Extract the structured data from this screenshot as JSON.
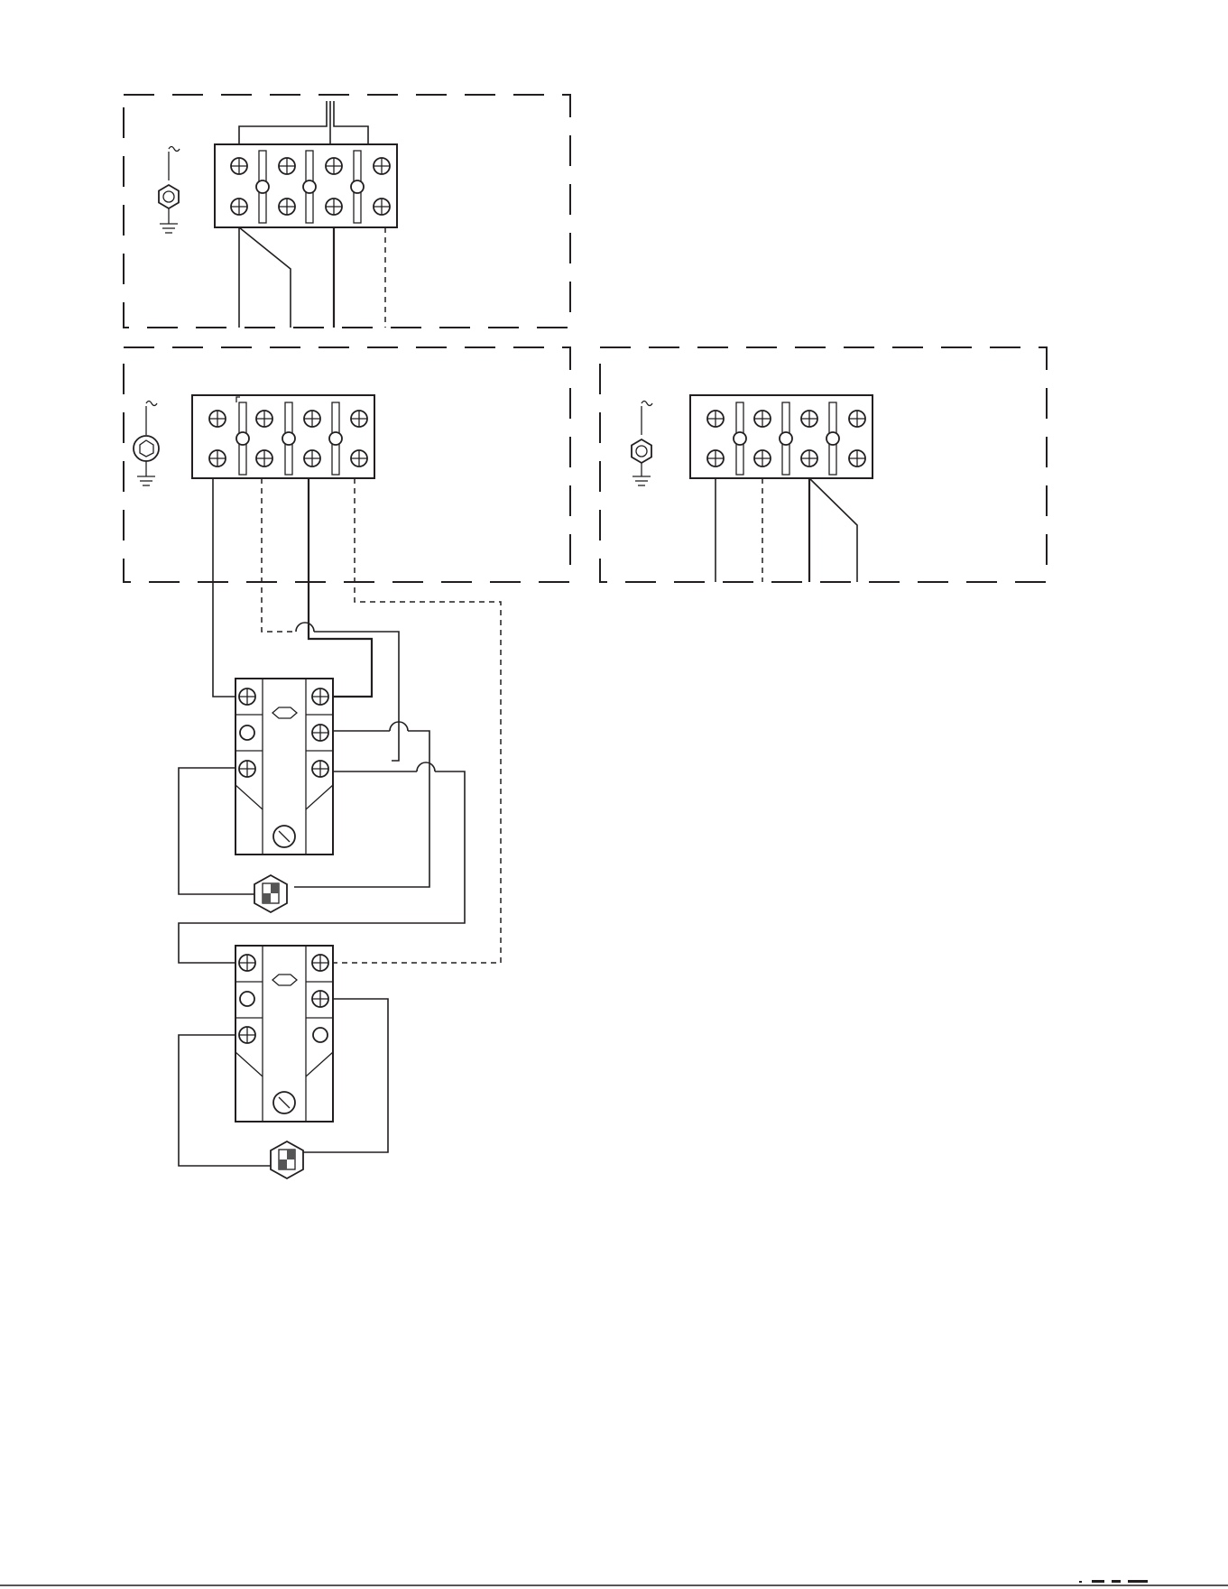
{
  "diagram": {
    "kind": "wiring-schematic",
    "dashed_enclosures": 3,
    "terminal_blocks": [
      {
        "name": "terminal-block-top",
        "screws": 8,
        "links": 3,
        "ground_symbol": "hex-nut"
      },
      {
        "name": "terminal-block-left",
        "screws": 8,
        "links": 3,
        "ground_symbol": "motor-circle"
      },
      {
        "name": "terminal-block-right",
        "screws": 8,
        "links": 3,
        "ground_symbol": "hex-nut"
      }
    ],
    "relays": [
      {
        "name": "relay-upper",
        "terminals": 6
      },
      {
        "name": "relay-lower",
        "terminals": 6
      }
    ],
    "sensors": [
      {
        "name": "sensor-upper",
        "icon": "hexagon-checker"
      },
      {
        "name": "sensor-lower",
        "icon": "hexagon-checker"
      }
    ],
    "colors": {
      "ink": "#231f20",
      "paper": "#ffffff"
    }
  }
}
